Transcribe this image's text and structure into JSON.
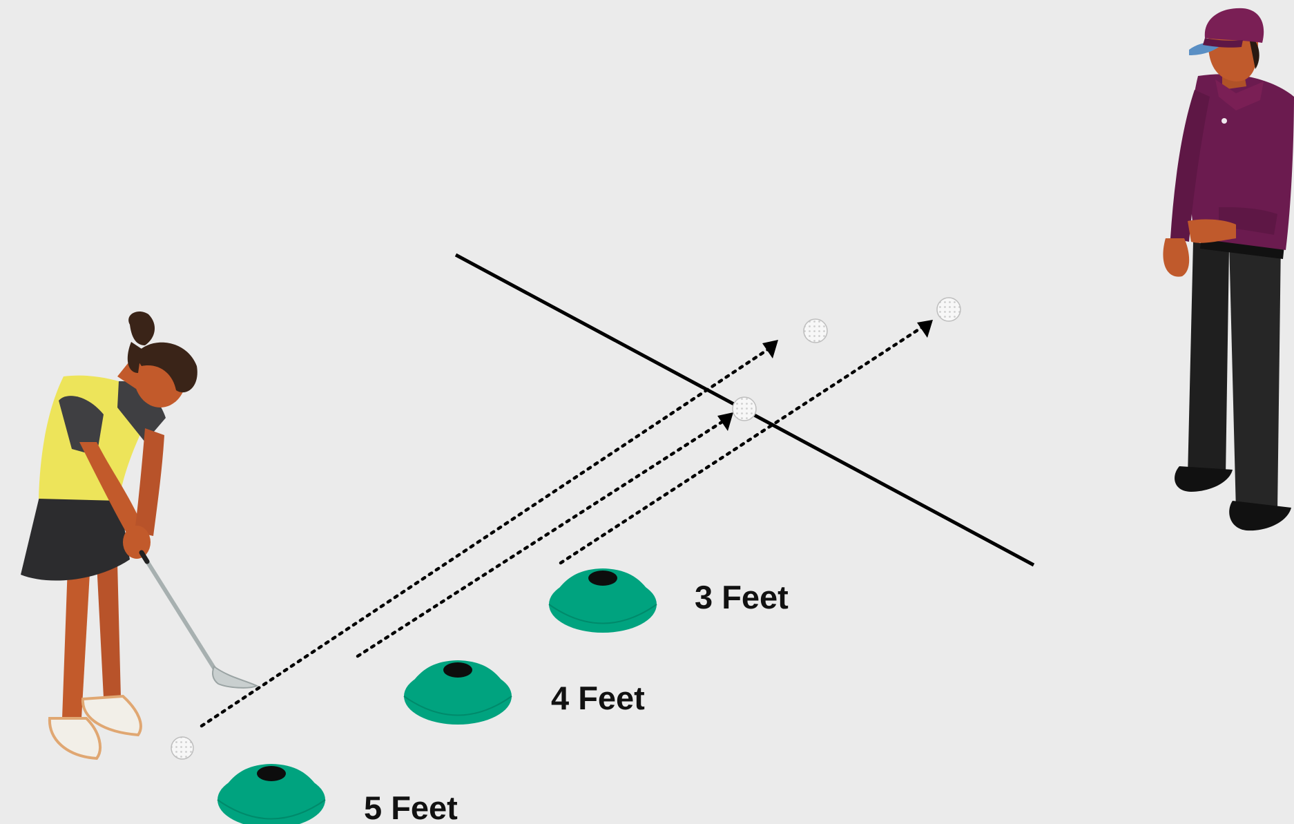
{
  "colors": {
    "background": "#ebebeb",
    "cone": "#00a37f",
    "cone_hole": "#0d0d0d",
    "golfer_shirt": "#ede45a",
    "golfer_sleeve": "#3f3f42",
    "golfer_skirt": "#2c2c2e",
    "golfer_skin": "#c25a2b",
    "golfer_hair": "#3a2418",
    "coach_shirt": "#6b1b4f",
    "coach_cap": "#7a1f55",
    "coach_pants": "#1f1f1f",
    "coach_skin": "#c05a2c",
    "line": "#000000",
    "ball": "#f7f7f7"
  },
  "icons": {
    "golfer": "golfer-putting-icon",
    "coach": "coach-pointing-icon",
    "cone": "marker-cone-icon",
    "ball": "golf-ball-icon"
  },
  "cones": [
    {
      "distance_ft": 3,
      "label": "3 Feet"
    },
    {
      "distance_ft": 4,
      "label": "4 Feet"
    },
    {
      "distance_ft": 5,
      "label": "5 Feet"
    }
  ]
}
